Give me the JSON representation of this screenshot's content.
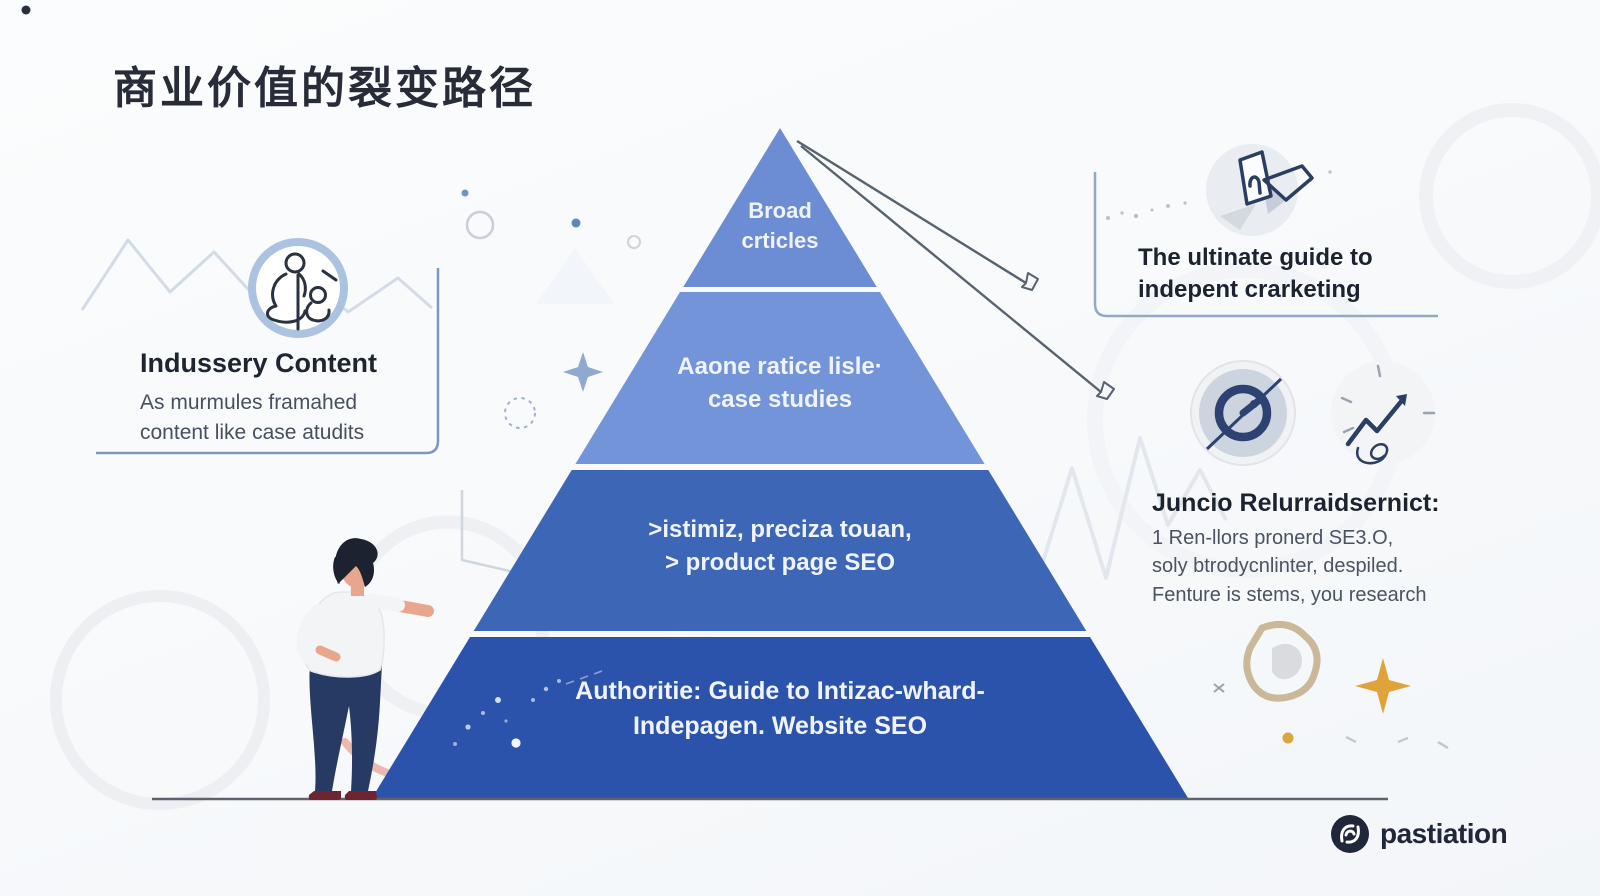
{
  "title": "商业价值的裂变路径",
  "pyramid": {
    "tiers": [
      {
        "line1": "Broad",
        "line2": "crticles"
      },
      {
        "line1": "Aaone ratice lisle·",
        "line2": "case studies"
      },
      {
        "line1": ">istimiz, preciza touan,",
        "line2": "> product page SEO"
      },
      {
        "line1": "Authoritie: Guide to Intizac-whard-",
        "line2": "Indepagen. Website SEO"
      }
    ],
    "colors": {
      "tier1": "#6c8dd3",
      "tier2": "#7394d8",
      "tier3": "#3d66b7",
      "tier4": "#2c53ab"
    }
  },
  "left_panel": {
    "heading": "Indussery Content",
    "body_line1": "As murmules framahed",
    "body_line2": "content like case atudits"
  },
  "right_top": {
    "line1": "The ultinate guide to",
    "line2": "indepent crarketing"
  },
  "right_mid": {
    "heading": "Juncio Relurraidsernict:",
    "body_line1": "1 Ren-llors pronerd SE3.O,",
    "body_line2": "soly btrodycnlinter, despiled.",
    "body_line3": "Fenture is stems, you research"
  },
  "footer": {
    "brand": "pastiation"
  },
  "colors": {
    "arrow": "#57636f",
    "ground_line": "#5c636d",
    "accent_gold": "#e0a33a",
    "accent_tan": "#cbb89a",
    "icon_stroke": "#2c4270"
  }
}
